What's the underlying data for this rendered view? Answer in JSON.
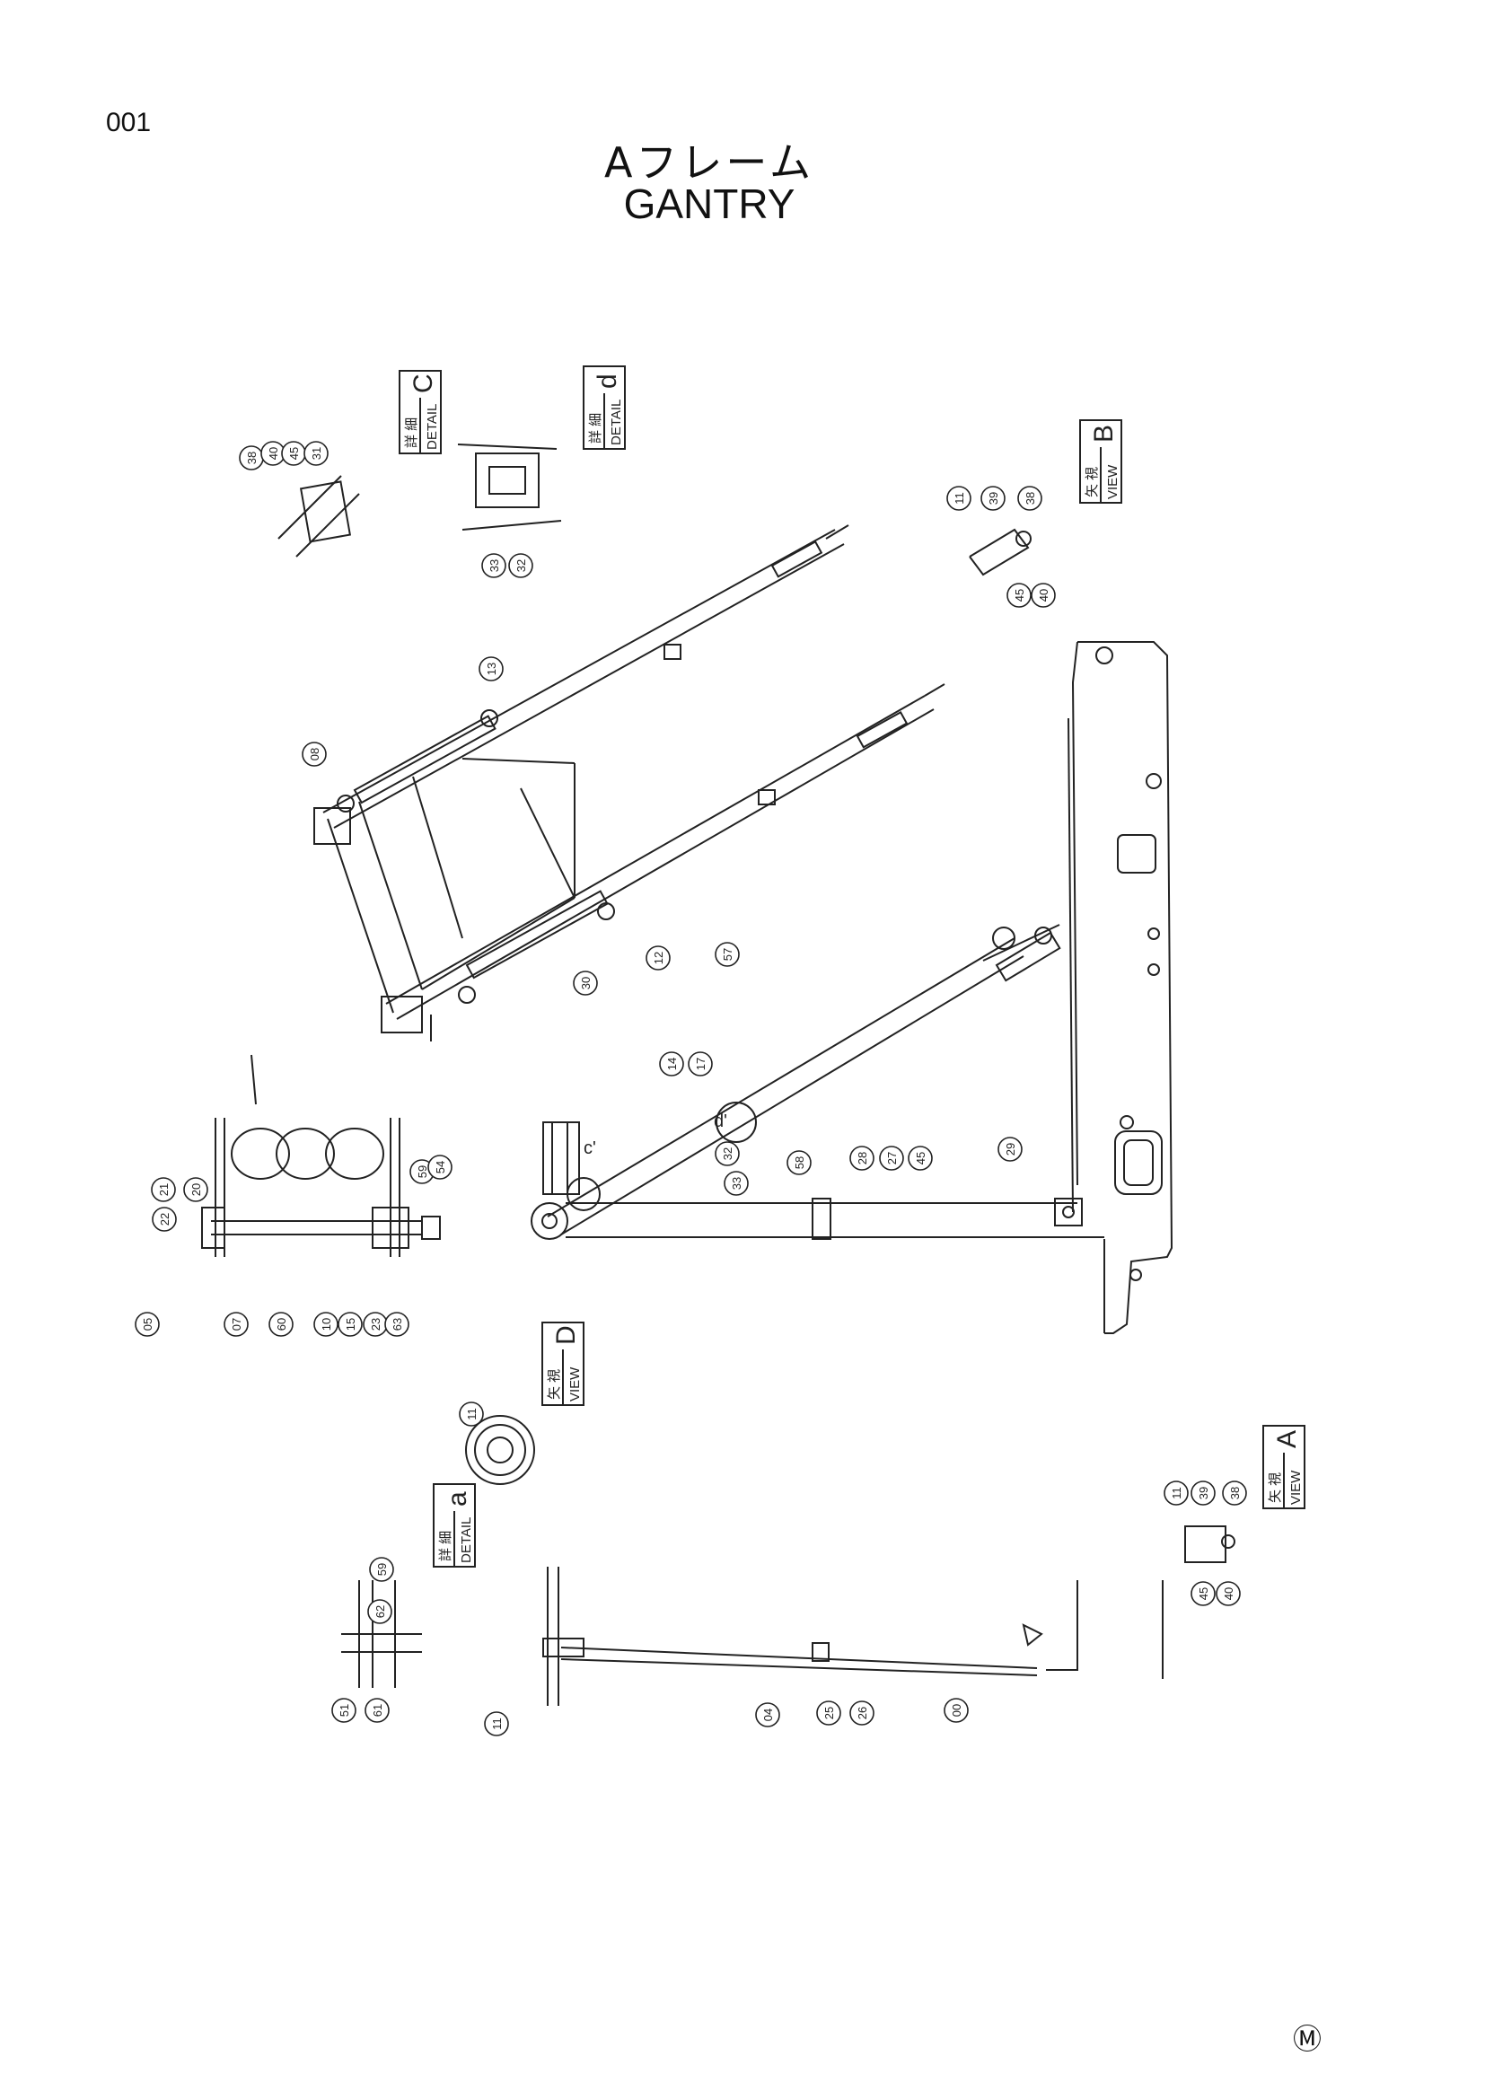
{
  "page_number": "001",
  "title_jp": "Aフレーム",
  "title_en": "GANTRY",
  "corner_mark": "Ⓜ",
  "views": [
    {
      "id": "detail-c",
      "label_jp": "詳 細",
      "label_en": "DETAIL",
      "letter": "C"
    },
    {
      "id": "detail-d",
      "label_jp": "詳 細",
      "label_en": "DETAIL",
      "letter": "d"
    },
    {
      "id": "view-b",
      "label_jp": "矢 視",
      "label_en": "VIEW",
      "letter": "B"
    },
    {
      "id": "view-d",
      "label_jp": "矢 視",
      "label_en": "VIEW",
      "letter": "D"
    },
    {
      "id": "view-a",
      "label_jp": "矢 視",
      "label_en": "VIEW",
      "letter": "A"
    },
    {
      "id": "detail-a",
      "label_jp": "詳 細",
      "label_en": "DETAIL",
      "letter": "a"
    }
  ],
  "callouts": [
    {
      "id": "c1",
      "text": "38"
    },
    {
      "id": "c2",
      "text": "40"
    },
    {
      "id": "c3",
      "text": "45"
    },
    {
      "id": "c4",
      "text": "31"
    },
    {
      "id": "c5",
      "text": "33"
    },
    {
      "id": "c6",
      "text": "32"
    },
    {
      "id": "c7",
      "text": "11"
    },
    {
      "id": "c8",
      "text": "39"
    },
    {
      "id": "c9",
      "text": "38"
    },
    {
      "id": "c10",
      "text": "45"
    },
    {
      "id": "c11",
      "text": "40"
    },
    {
      "id": "c12",
      "text": "13"
    },
    {
      "id": "c13",
      "text": "08"
    },
    {
      "id": "c14",
      "text": "12"
    },
    {
      "id": "c15",
      "text": "57"
    },
    {
      "id": "c16",
      "text": "30"
    },
    {
      "id": "c17",
      "text": "14"
    },
    {
      "id": "c18",
      "text": "17"
    },
    {
      "id": "c19",
      "text": "32"
    },
    {
      "id": "c20",
      "text": "33"
    },
    {
      "id": "c21",
      "text": "58"
    },
    {
      "id": "c22",
      "text": "28"
    },
    {
      "id": "c23",
      "text": "27"
    },
    {
      "id": "c24",
      "text": "45"
    },
    {
      "id": "c25",
      "text": "29"
    },
    {
      "id": "c26",
      "text": "21"
    },
    {
      "id": "c27",
      "text": "22"
    },
    {
      "id": "c28",
      "text": "20"
    },
    {
      "id": "c29",
      "text": "59"
    },
    {
      "id": "c30",
      "text": "54"
    },
    {
      "id": "c31",
      "text": "05"
    },
    {
      "id": "c32",
      "text": "07"
    },
    {
      "id": "c33",
      "text": "60"
    },
    {
      "id": "c34",
      "text": "10"
    },
    {
      "id": "c35",
      "text": "15"
    },
    {
      "id": "c36",
      "text": "23"
    },
    {
      "id": "c37",
      "text": "63"
    },
    {
      "id": "c38",
      "text": "11"
    },
    {
      "id": "c39",
      "text": "11"
    },
    {
      "id": "c40",
      "text": "39"
    },
    {
      "id": "c41",
      "text": "38"
    },
    {
      "id": "c42",
      "text": "45"
    },
    {
      "id": "c43",
      "text": "40"
    },
    {
      "id": "c44",
      "text": "59"
    },
    {
      "id": "c45",
      "text": "62"
    },
    {
      "id": "c46",
      "text": "51"
    },
    {
      "id": "c47",
      "text": "61"
    },
    {
      "id": "c48",
      "text": "11"
    },
    {
      "id": "c49",
      "text": "04"
    },
    {
      "id": "c50",
      "text": "25"
    },
    {
      "id": "c51",
      "text": "26"
    },
    {
      "id": "c52",
      "text": "00"
    }
  ],
  "annotations": {
    "c_mark": "c'",
    "d_mark": "d'"
  }
}
